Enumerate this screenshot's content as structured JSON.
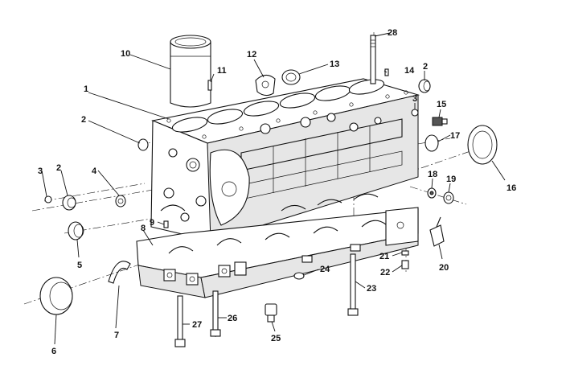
{
  "diagram": {
    "callouts": [
      "1",
      "2",
      "2",
      "2",
      "3",
      "3",
      "4",
      "5",
      "6",
      "7",
      "8",
      "9",
      "10",
      "11",
      "12",
      "13",
      "14",
      "15",
      "16",
      "17",
      "18",
      "19",
      "20",
      "21",
      "22",
      "23",
      "24",
      "25",
      "26",
      "27",
      "28"
    ]
  }
}
